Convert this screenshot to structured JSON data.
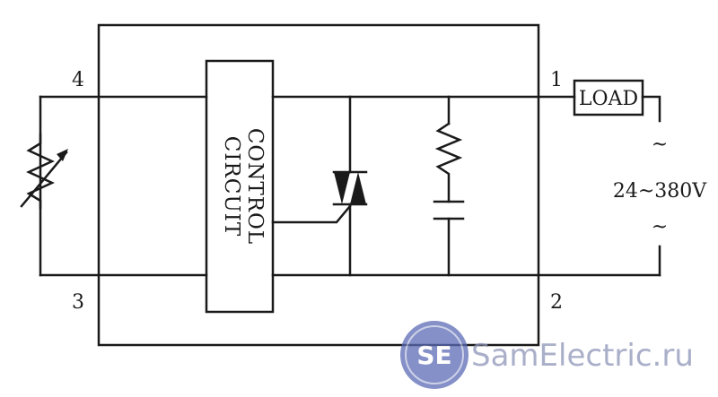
{
  "terminals": {
    "t1": "1",
    "t2": "2",
    "t3": "3",
    "t4": "4"
  },
  "control_block": {
    "line1": "CONTROL",
    "line2": "CIRCUIT"
  },
  "load_label": "LOAD",
  "supply": {
    "voltage": "24~380V",
    "ac_symbol": "~"
  },
  "watermark": {
    "logo_letters": "SE",
    "site": "SamElectric.ru"
  },
  "colors": {
    "line": "#1a1a1a",
    "watermark": "#8e95b8",
    "logo": "#5b6bb5"
  }
}
